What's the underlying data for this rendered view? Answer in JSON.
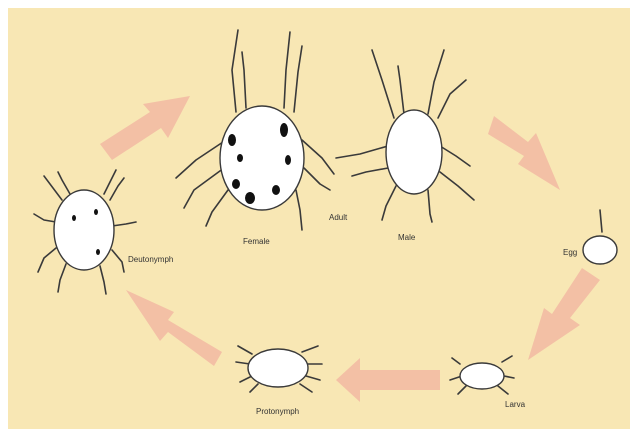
{
  "diagram": {
    "colors": {
      "background": "#F8E7B4",
      "arrow": "#F2B8A2",
      "outline": "#3a3a3a",
      "body_fill": "#ffffff",
      "spots": "#111111"
    },
    "stages": {
      "female": {
        "label": "Female",
        "icon": "female-mite-icon"
      },
      "adult": {
        "label": "Adult"
      },
      "male": {
        "label": "Male",
        "icon": "male-mite-icon"
      },
      "egg": {
        "label": "Egg",
        "icon": "egg-icon"
      },
      "larva": {
        "label": "Larva",
        "icon": "larva-mite-icon"
      },
      "protonymph": {
        "label": "Protonymph",
        "icon": "protonymph-mite-icon"
      },
      "deutonymph": {
        "label": "Deutonymph",
        "icon": "deutonymph-mite-icon"
      }
    },
    "cycle_order": [
      "Egg",
      "Larva",
      "Protonymph",
      "Deutonymph",
      "Adult"
    ]
  }
}
